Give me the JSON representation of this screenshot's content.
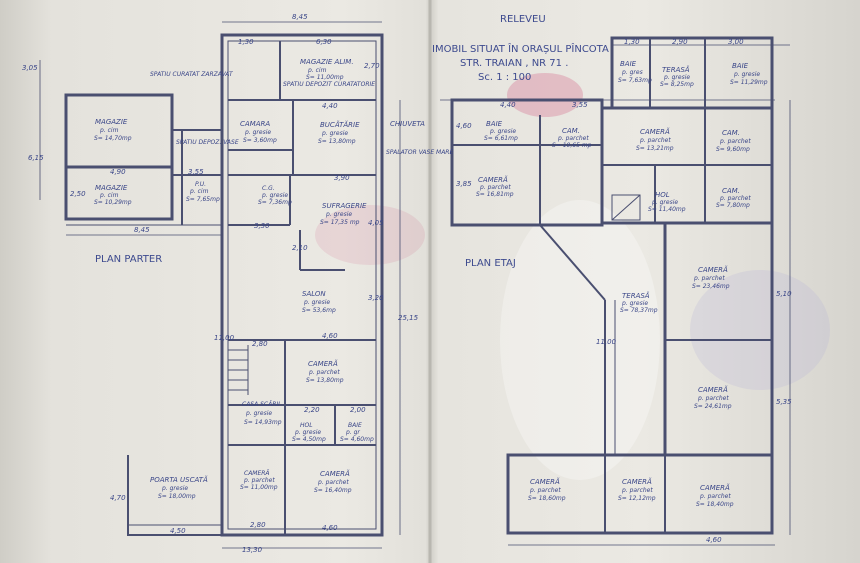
{
  "header": {
    "title": "RELEVEU",
    "line1": "IMOBIL SITUAT ÎN ORAȘUL PÎNCOTA",
    "line2": "STR. TRAIAN , NR 71 .",
    "scale": "Sc. 1 : 100"
  },
  "ground_floor": {
    "label": "PLAN PARTER",
    "rooms": [
      {
        "name": "MAGAZIE ALIM.",
        "mat": "p. cim",
        "area": "S= 11,00mp"
      },
      {
        "name": "SPATIU CURATAT ZARZAVAT",
        "mat": "",
        "area": ""
      },
      {
        "name": "SPATIU DEPOZIT CURATATORIE",
        "mat": "",
        "area": ""
      },
      {
        "name": "MAGAZIE",
        "mat": "p. cim",
        "area": "S= 14,70mp"
      },
      {
        "name": "MAGAZIE",
        "mat": "p. cim",
        "area": "S= 10,29mp"
      },
      {
        "name": "CAMARA",
        "mat": "p. gresie",
        "area": "S= 3,60mp"
      },
      {
        "name": "BUCĂTĂRIE",
        "mat": "p. gresie",
        "area": "S= 13,80mp"
      },
      {
        "name": "SPATIU DEPOZ. VASE",
        "mat": "",
        "area": ""
      },
      {
        "name": "P.U.",
        "mat": "p. cim",
        "area": "S= 7,65mp"
      },
      {
        "name": "C.G.",
        "mat": "p. gresie",
        "area": "S= 7,36mp"
      },
      {
        "name": "SUFRAGERIE",
        "mat": "p. gresie",
        "area": "S= 17,35 mp"
      },
      {
        "name": "SALON",
        "mat": "p. gresie",
        "area": "S= 53,6mp"
      },
      {
        "name": "CAMERĂ",
        "mat": "p. parchet",
        "area": "S= 13,80mp"
      },
      {
        "name": "CASA SCĂRII",
        "mat": "p. gresie",
        "area": "S= 14,93mp"
      },
      {
        "name": "HOL",
        "mat": "p. gresie",
        "area": "S= 4,50mp"
      },
      {
        "name": "BAIE",
        "mat": "p. gr",
        "area": "S= 4,60mp"
      },
      {
        "name": "POARTA USCATĂ",
        "mat": "p. gresie",
        "area": "S= 18,00mp"
      },
      {
        "name": "CAMERĂ",
        "mat": "p. parchet",
        "area": "S= 11,00mp"
      },
      {
        "name": "CAMERĂ",
        "mat": "p. parchet",
        "area": "S= 16,40mp"
      }
    ],
    "labels": {
      "chiuveta": "CHIUVETA",
      "spalator": "SPALATOR VASE MARE"
    },
    "dims": [
      "8,45",
      "1,30",
      "6,30",
      "2,70",
      "4,40",
      "3,05",
      "6,15",
      "4,90",
      "3,55",
      "2,50",
      "8,45",
      "3,30",
      "3,90",
      "2,10",
      "3,20",
      "25,15",
      "4,05",
      "4,60",
      "2,80",
      "11,00",
      "2,20",
      "2,00",
      "4,50",
      "2,80",
      "4,60",
      "4,70",
      "13,30"
    ]
  },
  "upper_floor": {
    "label": "PLAN ETAJ",
    "rooms": [
      {
        "name": "BAIE",
        "mat": "p. gres",
        "area": "S= 7,63mp"
      },
      {
        "name": "TERASĂ",
        "mat": "p. gresie",
        "area": "S= 8,25mp"
      },
      {
        "name": "BAIE",
        "mat": "p. gresie",
        "area": "S= 11,29mp"
      },
      {
        "name": "BAIE",
        "mat": "p. gresie",
        "area": "S= 6,61mp"
      },
      {
        "name": "CAM.",
        "mat": "p. parchet",
        "area": "S= 10,65 mp"
      },
      {
        "name": "CAMERĂ",
        "mat": "p. parchet",
        "area": "S= 13,21mp"
      },
      {
        "name": "CAM.",
        "mat": "p. parchet",
        "area": "S= 9,60mp"
      },
      {
        "name": "CAMERĂ",
        "mat": "p. parchet",
        "area": "S= 16,81mp"
      },
      {
        "name": "HOL",
        "mat": "p. gresie",
        "area": "S= 11,40mp"
      },
      {
        "name": "CAM.",
        "mat": "p. parchet",
        "area": "S= 7,80mp"
      },
      {
        "name": "CAMERĂ",
        "mat": "p. parchet",
        "area": "S= 23,46mp"
      },
      {
        "name": "TERASĂ",
        "mat": "p. gresie",
        "area": "S= 78,37mp"
      },
      {
        "name": "CAMERĂ",
        "mat": "p. parchet",
        "area": "S= 24,61mp"
      },
      {
        "name": "CAMERĂ",
        "mat": "p. parchet",
        "area": "S= 18,60mp"
      },
      {
        "name": "CAMERĂ",
        "mat": "p. parchet",
        "area": "S= 12,12mp"
      },
      {
        "name": "CAMERĂ",
        "mat": "p. parchet",
        "area": "S= 18,40mp"
      }
    ],
    "dims": [
      "1,30",
      "2,90",
      "3,00",
      "4,40",
      "3,55",
      "4,60",
      "3,85",
      "5,10",
      "11,00",
      "5,35",
      "4,60"
    ]
  },
  "colors": {
    "ink": "#3a4688",
    "wall": "#4a4f70",
    "paper": "#ebe9e3",
    "stain": "#c9285f"
  }
}
